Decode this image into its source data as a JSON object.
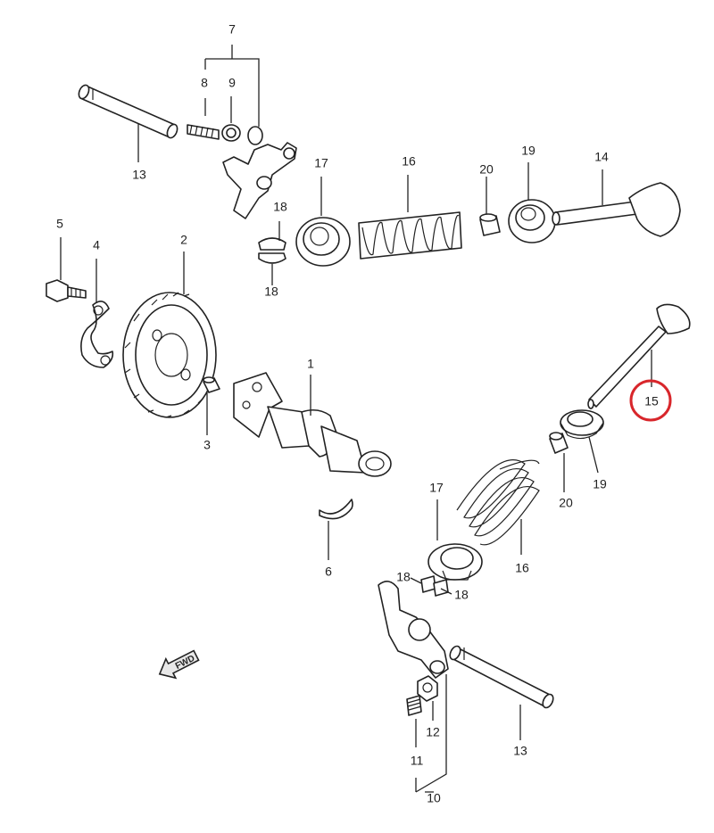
{
  "labels": {
    "l1": "1",
    "l2": "2",
    "l3": "3",
    "l4": "4",
    "l5": "5",
    "l6": "6",
    "l7": "7",
    "l8": "8",
    "l9": "9",
    "l10": "10",
    "l11": "11",
    "l12": "12",
    "l13a": "13",
    "l13b": "13",
    "l14": "14",
    "l15": "15",
    "l16a": "16",
    "l16b": "16",
    "l17a": "17",
    "l17b": "17",
    "l18a": "18",
    "l18b": "18",
    "l18c": "18",
    "l18d": "18",
    "l19a": "19",
    "l19b": "19",
    "l20a": "20",
    "l20b": "20"
  },
  "fwd_arrow": "FWD",
  "highlight": {
    "part": "15",
    "color": "#d8262b"
  }
}
